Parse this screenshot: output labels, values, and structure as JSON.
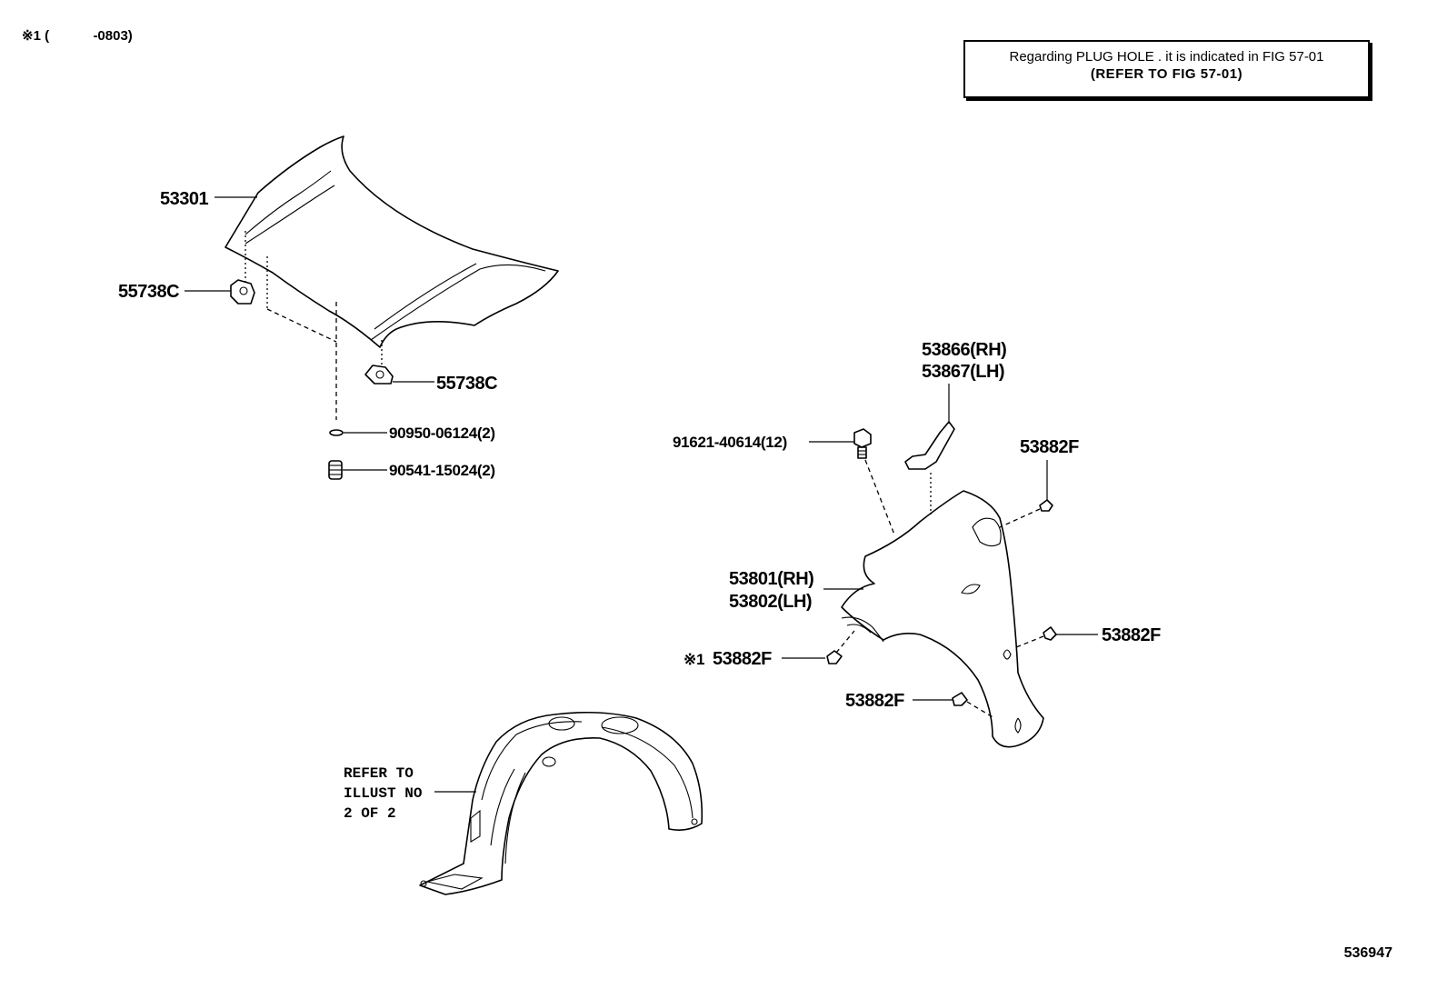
{
  "header_note": {
    "mark": "※1",
    "open": "(",
    "range": "-0803)"
  },
  "plug_hole_note": {
    "line1": "Regarding PLUG HOLE . it is indicated in FIG 57-01",
    "line2": "(REFER TO FIG 57-01)"
  },
  "figure_id": "536947",
  "parts": {
    "hood": "53301",
    "cushion_top": "55738C",
    "cushion_bottom": "55738C",
    "washer": "90950-06124(2)",
    "bumper": "90541-15024(2)",
    "bolt": "91621-40614(12)",
    "bracket_rh": "53866(RH)",
    "bracket_lh": "53867(LH)",
    "fender_rh": "53801(RH)",
    "fender_lh": "53802(LH)",
    "clip_top": "53882F",
    "clip_right": "53882F",
    "clip_left_mark": "※1",
    "clip_left": "53882F",
    "clip_bottom": "53882F"
  },
  "liner_note": {
    "line1": "REFER TO",
    "line2": "ILLUST NO",
    "line3": "2 OF 2"
  }
}
